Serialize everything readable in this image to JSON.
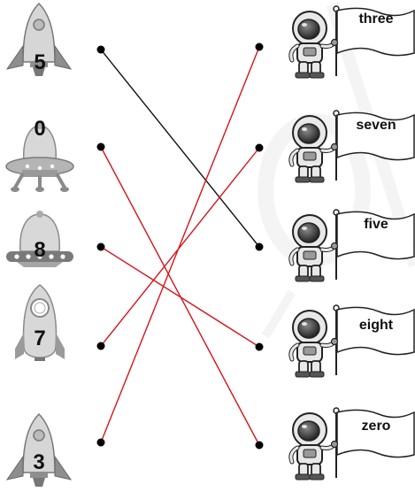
{
  "left_items": [
    {
      "vehicle": "rocket",
      "number": "5"
    },
    {
      "vehicle": "ufo",
      "number": "0"
    },
    {
      "vehicle": "ufo",
      "number": "8"
    },
    {
      "vehicle": "capsule",
      "number": "7"
    },
    {
      "vehicle": "rocket",
      "number": "3"
    }
  ],
  "right_items": [
    {
      "word": "three"
    },
    {
      "word": "seven"
    },
    {
      "word": "five"
    },
    {
      "word": "eight"
    },
    {
      "word": "zero"
    }
  ],
  "matches": [
    {
      "from": 0,
      "to": 2,
      "color": "#111111"
    },
    {
      "from": 1,
      "to": 4,
      "color": "#d4141c"
    },
    {
      "from": 2,
      "to": 3,
      "color": "#d4141c"
    },
    {
      "from": 3,
      "to": 1,
      "color": "#d4141c"
    },
    {
      "from": 4,
      "to": 0,
      "color": "#d4141c"
    }
  ],
  "colors": {
    "vehicle_fill": "#d2d2d2",
    "vehicle_dark": "#8a8a8a",
    "astronaut_dark": "#3a3a3a",
    "watermark": "#eeeeee"
  }
}
